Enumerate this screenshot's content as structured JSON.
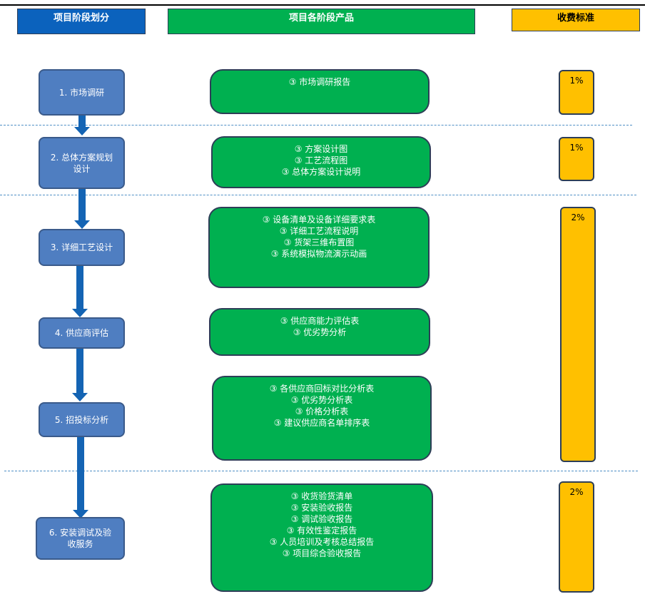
{
  "headers": {
    "stage": "项目阶段划分",
    "product": "项目各阶段产品",
    "fee": "收费标准"
  },
  "stages": [
    {
      "label": "1. 市场调研"
    },
    {
      "label_line1": "2. 总体方案规划",
      "label_line2": "设计"
    },
    {
      "label": "3. 详细工艺设计"
    },
    {
      "label": "4. 供应商评估"
    },
    {
      "label": "5. 招投标分析"
    },
    {
      "label_line1": "6. 安装调试及验",
      "label_line2": "收服务"
    }
  ],
  "bullet": "③",
  "products": [
    {
      "items": [
        "市场调研报告"
      ]
    },
    {
      "items": [
        "方案设计图",
        "工艺流程图",
        "总体方案设计说明"
      ]
    },
    {
      "items": [
        "设备清单及设备详细要求表",
        "详细工艺流程说明",
        "货架三维布置图",
        "系统模拟物流演示动画"
      ]
    },
    {
      "items": [
        "供应商能力评估表",
        "优劣势分析"
      ]
    },
    {
      "items": [
        "各供应商回标对比分析表",
        "优劣势分析表",
        "价格分析表",
        "建议供应商名单排序表"
      ]
    },
    {
      "items": [
        "收货验货清单",
        "安装验收报告",
        "调试验收报告",
        "有效性鉴定报告",
        "人员培训及考核总结报告",
        "项目综合验收报告"
      ]
    }
  ],
  "fees": [
    "1%",
    "1%",
    "2%",
    "2%"
  ],
  "colors": {
    "stage_fill": "#4f7ec1",
    "product_fill": "#00b050",
    "fee_fill": "#ffc000",
    "arrow": "#1464b4",
    "header_stage": "#0b62bd"
  }
}
